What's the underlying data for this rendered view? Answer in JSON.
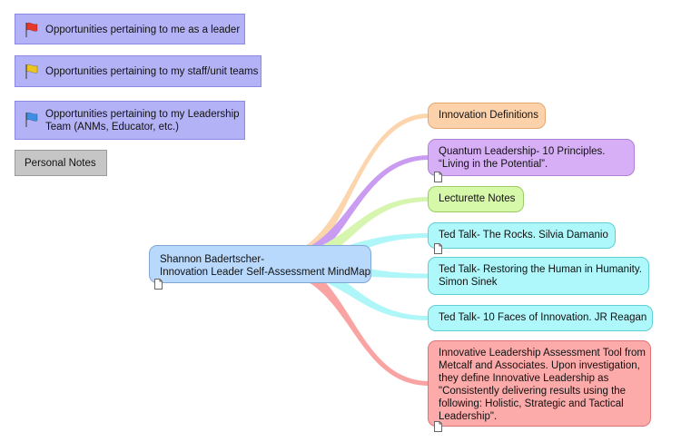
{
  "legend": [
    {
      "label": "Opportunities pertaining to me as a leader",
      "flag_color": "#e8372b",
      "icon": "flag-icon"
    },
    {
      "label": "Opportunities pertaining to my staff/unit teams",
      "flag_color": "#ecc61f",
      "icon": "flag-icon"
    },
    {
      "label_lines": [
        "Opportunities pertaining to my Leadership",
        "Team (ANMs, Educator, etc.)"
      ],
      "flag_color": "#3d8ee4",
      "icon": "flag-icon"
    }
  ],
  "personal_notes": "Personal Notes",
  "central_node": {
    "lines": [
      "Shannon Badertscher-",
      "Innovation Leader Self-Assessment MindMap"
    ],
    "color": "#b8d8fc",
    "has_note": true
  },
  "branches": [
    {
      "lines": [
        "Innovation Definitions"
      ],
      "color": "#fdd2aa",
      "border": "#e2a874",
      "link_color": "#fcd5ad",
      "has_note": false
    },
    {
      "lines": [
        "Quantum Leadership- 10 Principles.",
        "“Living in the Potential”."
      ],
      "color": "#d7aff6",
      "border": "#ad7fd6",
      "link_color": "#c99cf2",
      "has_note": true
    },
    {
      "lines": [
        "Lecturette Notes"
      ],
      "color": "#d6f8a9",
      "border": "#9dcb68",
      "link_color": "#d6f6b0",
      "has_note": false
    },
    {
      "lines": [
        "Ted Talk- The Rocks.  Silvia Damanio"
      ],
      "color": "#aef8fb",
      "border": "#5fcfd7",
      "link_color": "#aef6f8",
      "has_note": true
    },
    {
      "lines": [
        "Ted Talk- Restoring the Human in Humanity.",
        "Simon Sinek"
      ],
      "color": "#aef8fb",
      "border": "#5fcfd7",
      "link_color": "#aef6f8",
      "has_note": false
    },
    {
      "lines": [
        "Ted Talk- 10 Faces of Innovation.  JR Reagan"
      ],
      "color": "#aef8fb",
      "border": "#5fcfd7",
      "link_color": "#aef6f8",
      "has_note": false
    },
    {
      "lines": [
        "Innovative Leadership Assessment Tool from",
        "Metcalf and Associates. Upon investigation,",
        "they define Innovative Leadership as",
        "\"Consistently delivering results using the",
        "following:  Holistic, Strategic and Tactical",
        "Leadership\"."
      ],
      "color": "#fcaaaa",
      "border": "#e07373",
      "link_color": "#f9a3a3",
      "has_note": true
    }
  ]
}
